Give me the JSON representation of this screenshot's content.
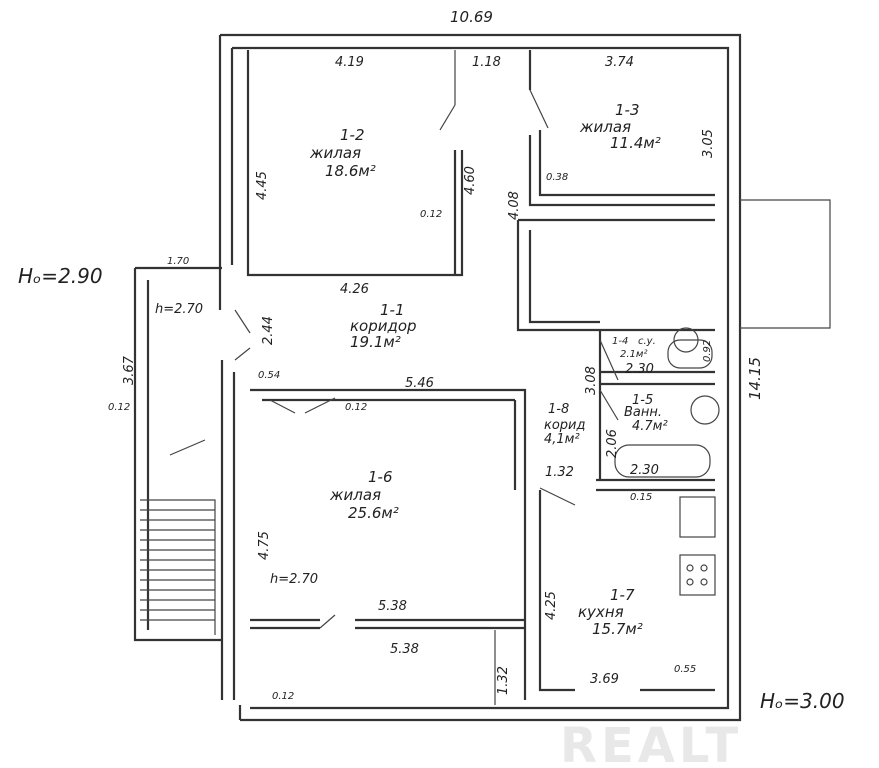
{
  "title_dimension": "10.69",
  "height_left": "Hₒ=2.90",
  "height_right": "Hₒ=3.00",
  "watermark": "REALT",
  "rooms": [
    {
      "id": "1-1",
      "name": "коридор",
      "area": "19.1м²"
    },
    {
      "id": "1-2",
      "name": "жилая",
      "area": "18.6м²"
    },
    {
      "id": "1-3",
      "name": "жилая",
      "area": "11.4м²"
    },
    {
      "id": "1-4",
      "name": "с.у.",
      "area": "2.1м²"
    },
    {
      "id": "1-5",
      "name": "Ванн.",
      "area": "4.7м²"
    },
    {
      "id": "1-6",
      "name": "жилая",
      "area": "25.6м²"
    },
    {
      "id": "1-7",
      "name": "кухня",
      "area": "15.7м²"
    },
    {
      "id": "1-8",
      "name": "корид",
      "area": "4,1м²"
    }
  ],
  "dimensions": {
    "d419": "4.19",
    "d118": "1.18",
    "d374": "3.74",
    "d445": "4.45",
    "d460": "4.60",
    "d305": "3.05",
    "d408": "4.08",
    "d038": "0.38",
    "d012a": "0.12",
    "d426": "4.26",
    "d170": "1.70",
    "d244": "2.44",
    "d367": "3.67",
    "d054": "0.54",
    "d546": "5.46",
    "d012b": "0.12",
    "d308": "3.08",
    "d230a": "2.30",
    "d092": "0.92",
    "d206": "2.06",
    "d230b": "2.30",
    "d1415": "14.15",
    "d132a": "1.32",
    "d015": "0.15",
    "d475": "4.75",
    "d425": "4.25",
    "d538a": "5.38",
    "d538b": "5.38",
    "d132b": "1.32",
    "d369": "3.69",
    "d055": "0.55",
    "d012c": "0.12",
    "d012d": "0.12"
  },
  "ceiling_heights": {
    "porch": "h=2.70",
    "room16": "h=2.70"
  }
}
